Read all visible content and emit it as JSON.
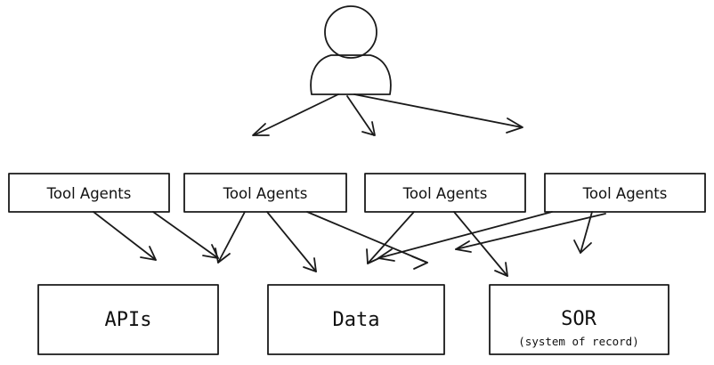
{
  "agents": [
    {
      "label": "Tool Agents"
    },
    {
      "label": "Tool Agents"
    },
    {
      "label": "Tool Agents"
    },
    {
      "label": "Tool Agents"
    }
  ],
  "targets": [
    {
      "label": "APIs",
      "sublabel": ""
    },
    {
      "label": "Data",
      "sublabel": ""
    },
    {
      "label": "SOR",
      "sublabel": "(system of record)"
    }
  ],
  "colors": {
    "user_fill": "#86c3f2",
    "agent_fill": "#fdf8f2",
    "agent_dots": "#efb08a",
    "target_fill": "#a8b1bb",
    "line": "#1a1a1a"
  },
  "icons": {
    "user": "user-icon"
  }
}
